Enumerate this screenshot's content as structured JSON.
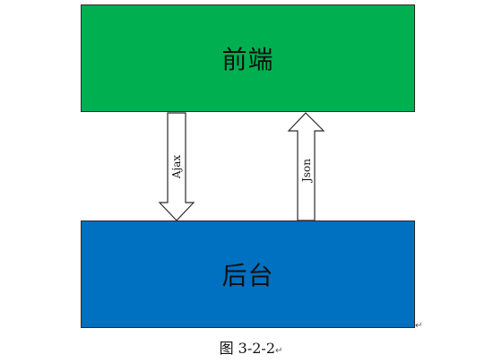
{
  "diagram": {
    "frontend": {
      "label": "前端",
      "color": "#00b050"
    },
    "backend": {
      "label": "后台",
      "color": "#0070c0"
    },
    "request_arrow": {
      "label": "Ajax",
      "direction": "down"
    },
    "response_arrow": {
      "label": "Json",
      "direction": "up"
    }
  },
  "caption": {
    "text": "图 3-2-2",
    "paragraph_mark": "↵"
  },
  "box_paragraph_mark": "↵"
}
